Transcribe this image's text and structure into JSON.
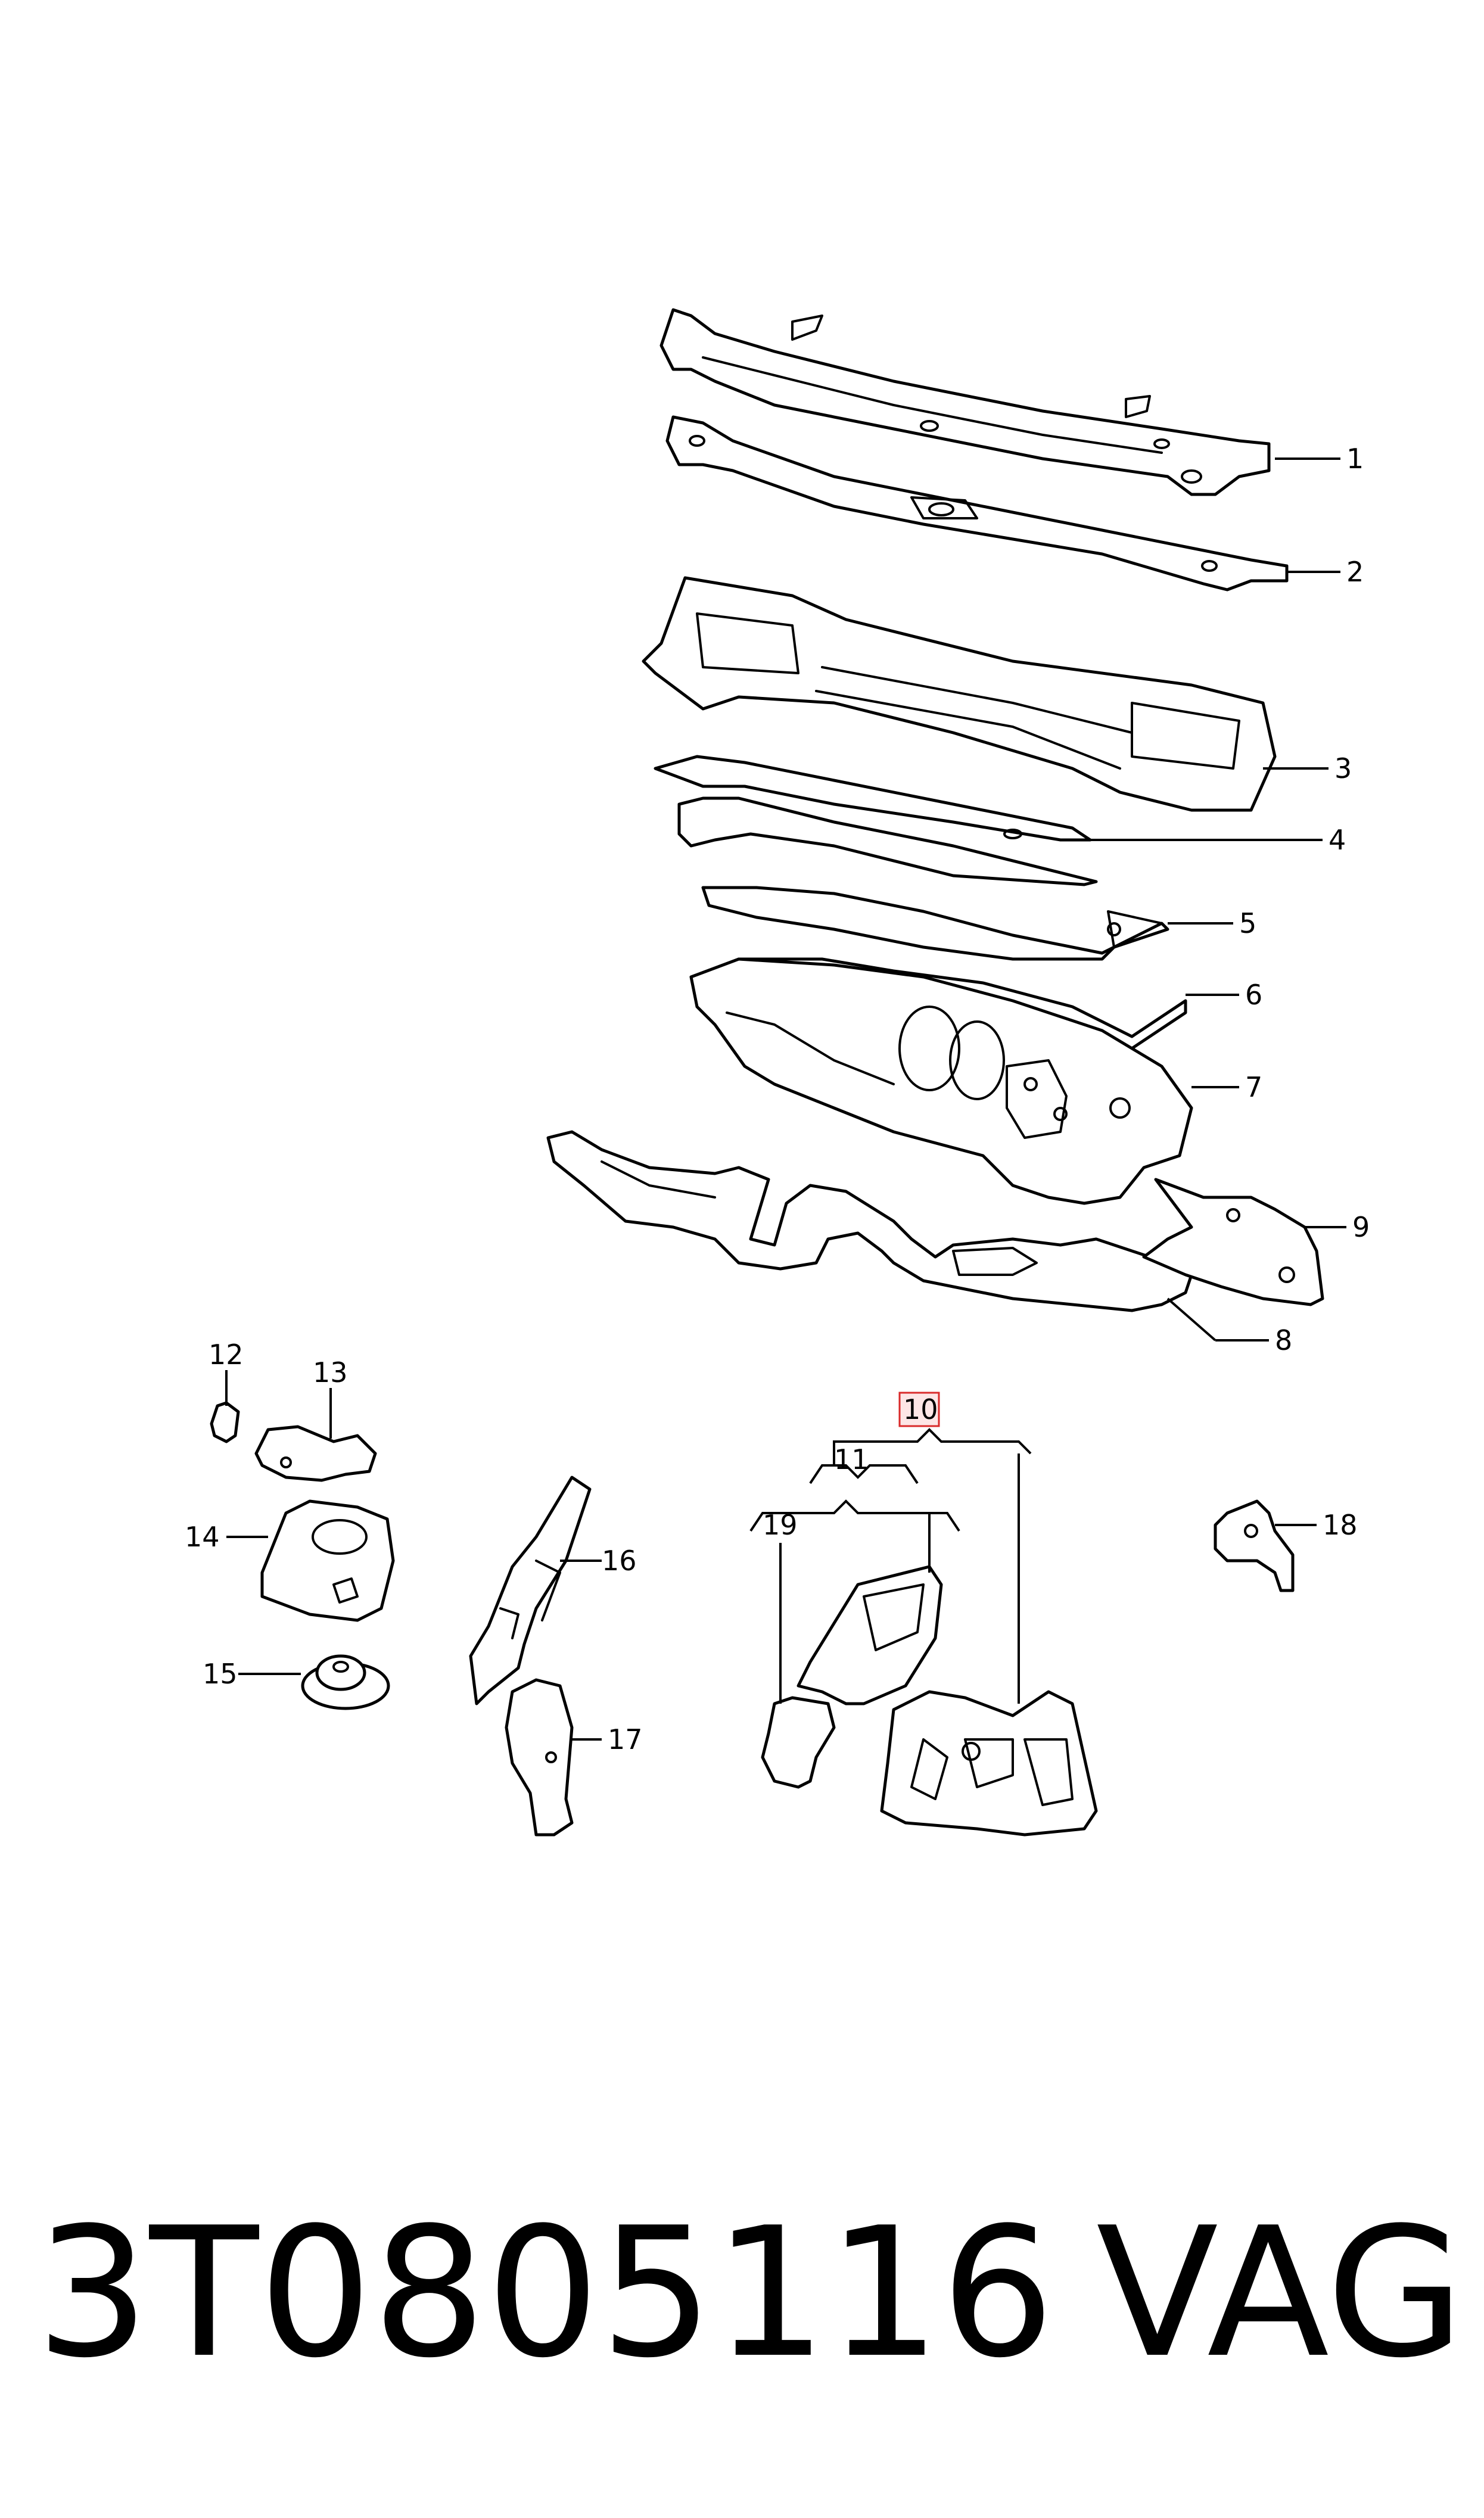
{
  "callouts": {
    "c1": "1",
    "c2": "2",
    "c3": "3",
    "c4": "4",
    "c5": "5",
    "c6": "6",
    "c7": "7",
    "c8": "8",
    "c9": "9",
    "c10": "10",
    "c11": "11",
    "c12": "12",
    "c13": "13",
    "c14": "14",
    "c15": "15",
    "c16": "16",
    "c17": "17",
    "c18": "18",
    "c19": "19"
  },
  "highlighted_callout": "10",
  "colors": {
    "line": "#000000",
    "background": "#ffffff",
    "highlight": "#d92b2b"
  },
  "footer": {
    "part_number": "3T0805116",
    "brand": "VAG"
  }
}
